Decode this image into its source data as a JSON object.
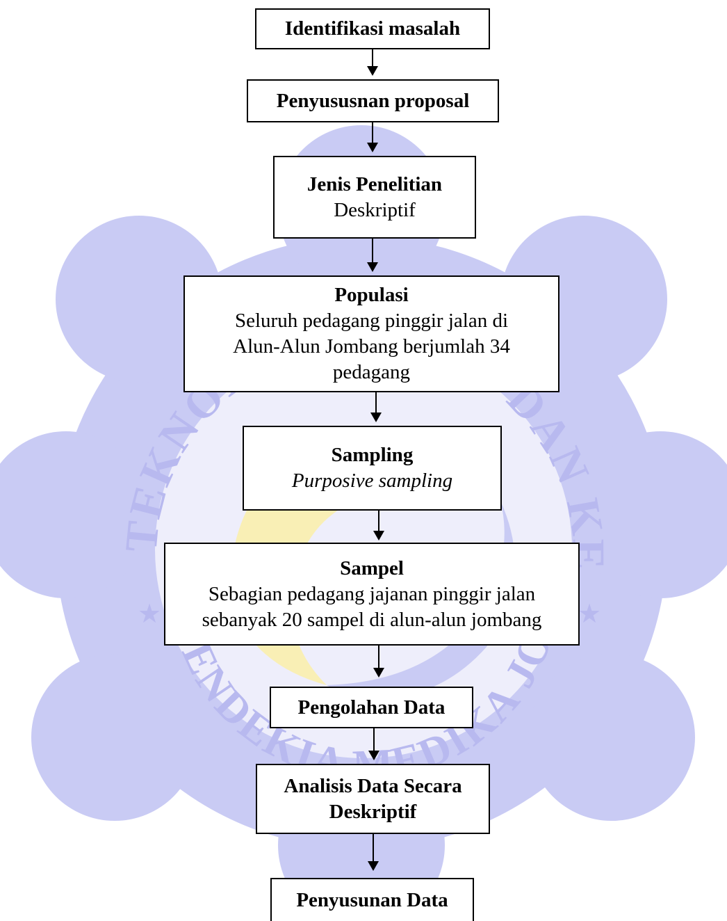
{
  "watermark": {
    "text_top": "INSTITUT TEKNOLOGI SAINS DAN KESEHATAN",
    "text_bottom": "INSAN CENDEKIA MEDIKA JOMBANG",
    "star": "★",
    "colors": {
      "scallop": "#C9CBF4",
      "ring": "#EEEEFB",
      "text": "#B8B9EF",
      "yellow": "#F9EFB5"
    }
  },
  "steps": [
    {
      "title": "Identifikasi masalah"
    },
    {
      "title": "Penyusus​nan proposal"
    },
    {
      "title": "Jenis Penelitian",
      "desc": "Deskriptif"
    },
    {
      "title": "Populasi",
      "desc": "Seluruh pedagang pinggir jalan di\nAlun-Alun Jombang berjumlah 34\npedagang"
    },
    {
      "title": "Sampling",
      "desc": "Purposive sampling"
    },
    {
      "title": "Sampel",
      "desc": "Sebagian pedagang jajanan pinggir jalan\nsebanyak 20 sampel di alun-alun jombang"
    },
    {
      "title": "Pengolahan Data"
    },
    {
      "title": "Analisis Data Secara\nDeskriptif"
    },
    {
      "title": "Penyusunan Data"
    }
  ]
}
